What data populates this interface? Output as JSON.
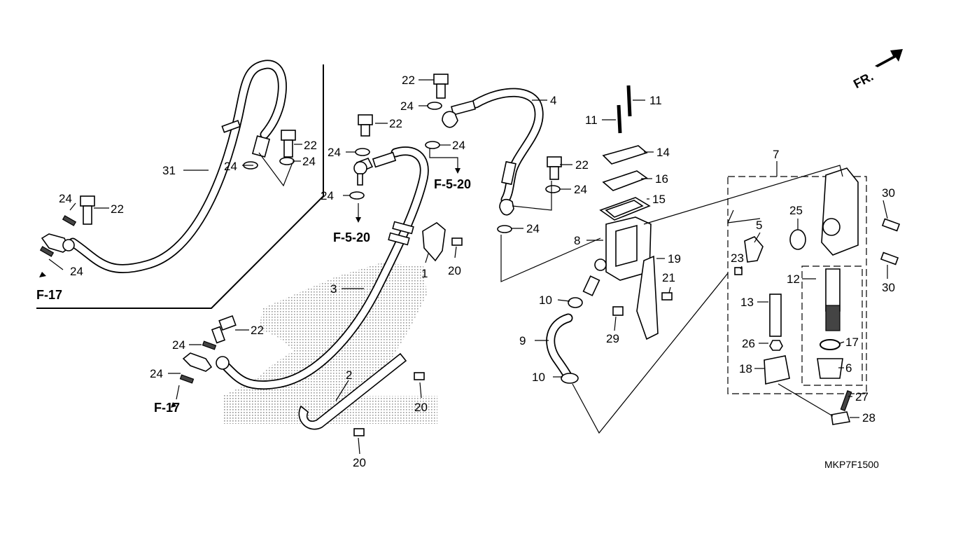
{
  "diagram": {
    "code": "MKP7F1500",
    "front_label": "FR.",
    "refs": {
      "f17_left": "F-17",
      "f17_bottom": "F-17",
      "f520_upper": "F-5-20",
      "f520_lower": "F-5-20"
    },
    "callouts": [
      {
        "id": "c31",
        "text": "31"
      },
      {
        "id": "c24a",
        "text": "24"
      },
      {
        "id": "c22a",
        "text": "22"
      },
      {
        "id": "c24b",
        "text": "24"
      },
      {
        "id": "c22b",
        "text": "22"
      },
      {
        "id": "c24c",
        "text": "24"
      },
      {
        "id": "c24d",
        "text": "24"
      },
      {
        "id": "c22c",
        "text": "22"
      },
      {
        "id": "c24e",
        "text": "24"
      },
      {
        "id": "c22d",
        "text": "22"
      },
      {
        "id": "c24f",
        "text": "24"
      },
      {
        "id": "c24g",
        "text": "24"
      },
      {
        "id": "c24h",
        "text": "24"
      },
      {
        "id": "c4",
        "text": "4"
      },
      {
        "id": "c1",
        "text": "1"
      },
      {
        "id": "c20a",
        "text": "20"
      },
      {
        "id": "c3",
        "text": "3"
      },
      {
        "id": "c22e",
        "text": "22"
      },
      {
        "id": "c24i",
        "text": "24"
      },
      {
        "id": "c24j",
        "text": "24"
      },
      {
        "id": "c2",
        "text": "2"
      },
      {
        "id": "c20b",
        "text": "20"
      },
      {
        "id": "c20c",
        "text": "20"
      },
      {
        "id": "c11a",
        "text": "11"
      },
      {
        "id": "c11b",
        "text": "11"
      },
      {
        "id": "c14",
        "text": "14"
      },
      {
        "id": "c16",
        "text": "16"
      },
      {
        "id": "c22f",
        "text": "22"
      },
      {
        "id": "c24k",
        "text": "24"
      },
      {
        "id": "c15",
        "text": "15"
      },
      {
        "id": "c24l",
        "text": "24"
      },
      {
        "id": "c8",
        "text": "8"
      },
      {
        "id": "c19",
        "text": "19"
      },
      {
        "id": "c21",
        "text": "21"
      },
      {
        "id": "c10a",
        "text": "10"
      },
      {
        "id": "c29",
        "text": "29"
      },
      {
        "id": "c9",
        "text": "9"
      },
      {
        "id": "c10b",
        "text": "10"
      },
      {
        "id": "c7",
        "text": "7"
      },
      {
        "id": "c30a",
        "text": "30"
      },
      {
        "id": "c25",
        "text": "25"
      },
      {
        "id": "c5",
        "text": "5"
      },
      {
        "id": "c23",
        "text": "23"
      },
      {
        "id": "c30b",
        "text": "30"
      },
      {
        "id": "c12",
        "text": "12"
      },
      {
        "id": "c13",
        "text": "13"
      },
      {
        "id": "c26",
        "text": "26"
      },
      {
        "id": "c17",
        "text": "17"
      },
      {
        "id": "c18",
        "text": "18"
      },
      {
        "id": "c6",
        "text": "6"
      },
      {
        "id": "c27",
        "text": "27"
      },
      {
        "id": "c28",
        "text": "28"
      }
    ]
  }
}
